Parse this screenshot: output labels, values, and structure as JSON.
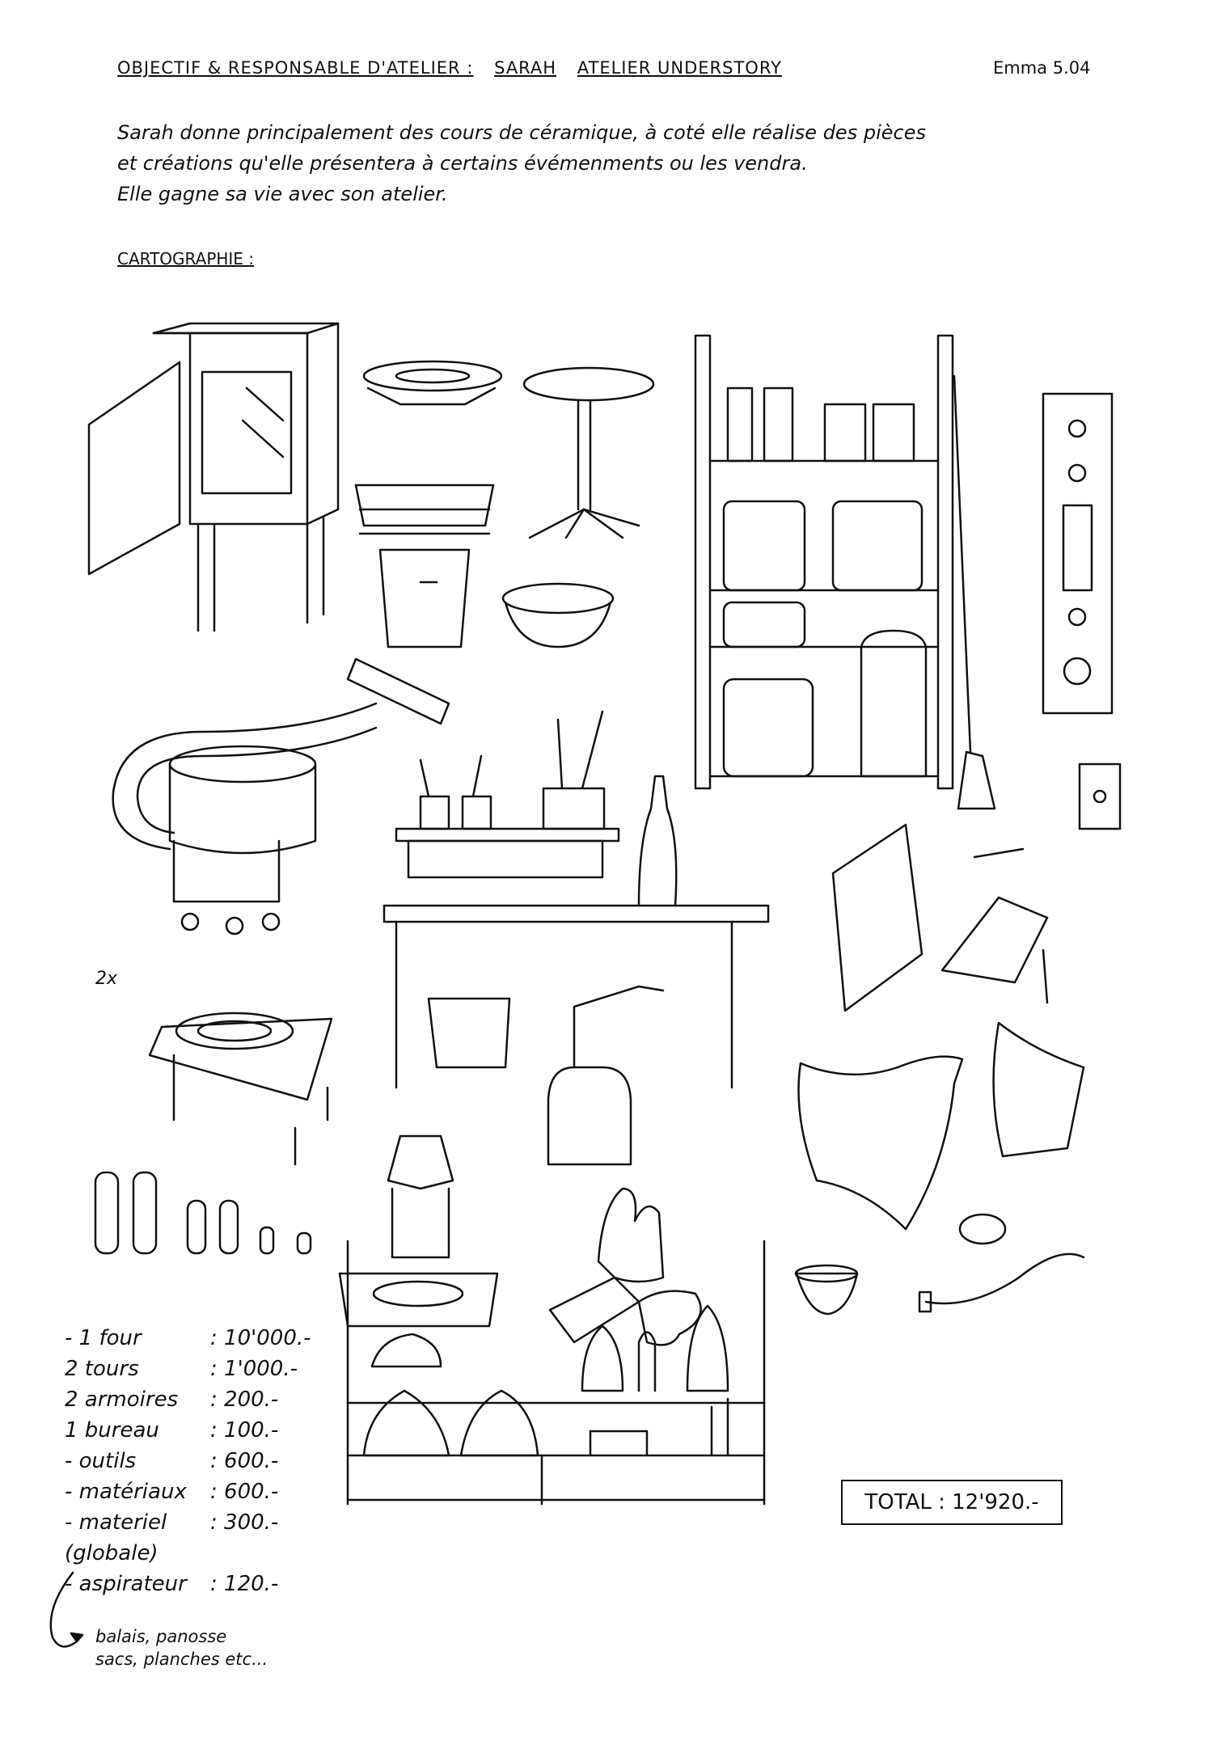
{
  "header": {
    "objective_label": "OBJECTIF & RESPONSABLE D'ATELIER :",
    "person": "SARAH",
    "studio": "ATELIER UNDERSTORY",
    "author_date": "Emma 5.04"
  },
  "intro": [
    "Sarah donne principalement des cours de céramique, à coté elle réalise des pièces",
    "et créations qu'elle présentera à certains évémenments ou les vendra.",
    "Elle gagne sa vie avec son atelier."
  ],
  "section_title": "CARTOGRAPHIE :",
  "multiplier_label": "2x",
  "inventory": [
    {
      "label": "- 1 four",
      "value": ": 10'000.-"
    },
    {
      "label": "  2 tours",
      "value": ": 1'000.-"
    },
    {
      "label": "  2 armoires",
      "value": ": 200.-"
    },
    {
      "label": "  1 bureau",
      "value": ": 100.-"
    },
    {
      "label": "- outils",
      "value": ": 600.-"
    },
    {
      "label": "- matériaux",
      "value": ": 600.-"
    },
    {
      "label": "- materiel",
      "value": ": 300.-"
    },
    {
      "label": "  (globale)",
      "value": ""
    },
    {
      "label": "- aspirateur",
      "value": ": 120.-"
    }
  ],
  "note": [
    "balais, panosse",
    "sacs, planches etc..."
  ],
  "total": "TOTAL : 12'920.-"
}
